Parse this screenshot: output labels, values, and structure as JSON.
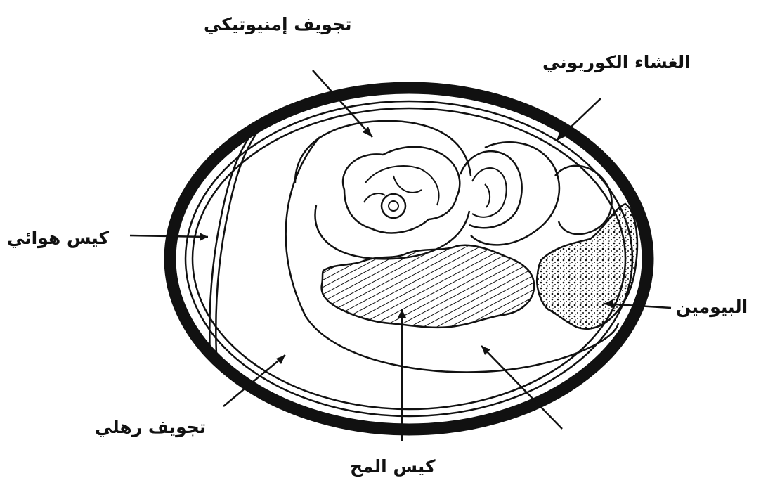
{
  "labels": {
    "amniotic_cavity": "تجويف إمنيوتيكي",
    "chorion": "الغشاء الكوريوني",
    "air_sac": "كيس هوائي",
    "albumen": "البيومين",
    "extraembryonic_cavity": "تجويف رهلي",
    "yolk_sac": "كيس المح"
  },
  "colors": {
    "ink": "#111111",
    "background": "#ffffff"
  }
}
